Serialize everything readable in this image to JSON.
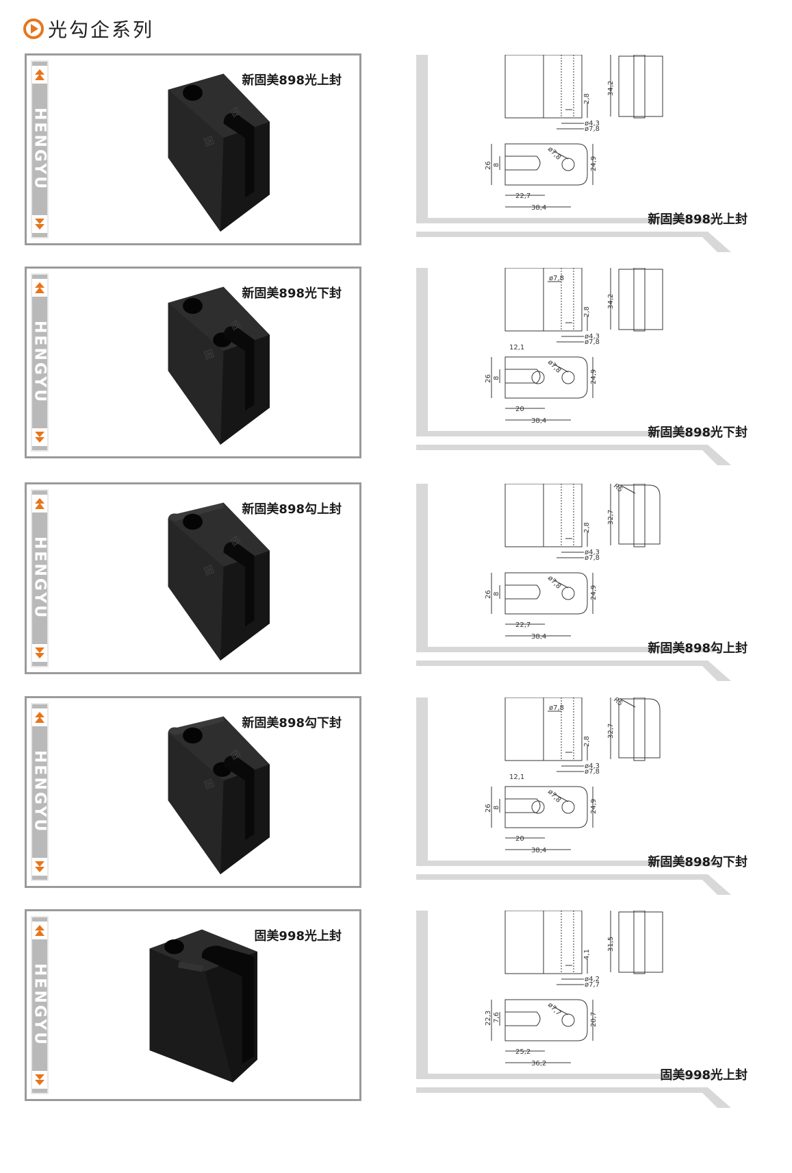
{
  "header": {
    "title": "光勾企系列",
    "logo_icon": "play-circle-icon",
    "accent": "#e8751a"
  },
  "brand_vertical": "HENGYU",
  "products": [
    {
      "label": "新固美898光上封",
      "variant": "A",
      "drawing": {
        "dim_a": "34,2",
        "dim_b": "2,8",
        "dim_c": "ø4,3",
        "dim_d": "ø7,8",
        "dim_e": "26",
        "dim_f": "8",
        "dim_g": "ø7,8",
        "dim_h": "24,9",
        "dim_i": "22,7",
        "dim_j": "38,4"
      }
    },
    {
      "label": "新固美898光下封",
      "variant": "B",
      "drawing": {
        "dim_a": "34,2",
        "dim_b": "2,8",
        "dim_c": "ø4,3",
        "dim_d": "ø7,8",
        "dim_e": "26",
        "dim_f": "8",
        "dim_g": "ø7,8",
        "dim_h": "24,9",
        "dim_i": "20",
        "dim_k": "12,1",
        "dim_j": "38,4",
        "dim_top": "ø7,8"
      }
    },
    {
      "label": "新固美898勾上封",
      "variant": "C",
      "drawing": {
        "dim_a": "32,7",
        "dim_r": "R5",
        "dim_b": "2,8",
        "dim_c": "ø4,3",
        "dim_d": "ø7,8",
        "dim_e": "26",
        "dim_f": "8",
        "dim_g": "ø7,8",
        "dim_h": "24,9",
        "dim_i": "22,7",
        "dim_j": "38,4"
      }
    },
    {
      "label": "新固美898勾下封",
      "variant": "D",
      "drawing": {
        "dim_a": "32,7",
        "dim_r": "R5",
        "dim_b": "2,8",
        "dim_c": "ø4,3",
        "dim_d": "ø7,8",
        "dim_e": "26",
        "dim_f": "8",
        "dim_g": "ø7,8",
        "dim_h": "24,9",
        "dim_i": "20",
        "dim_k": "12,1",
        "dim_j": "38,4",
        "dim_top": "ø7,8"
      }
    },
    {
      "label": "固美998光上封",
      "variant": "E",
      "drawing": {
        "dim_a": "31,5",
        "dim_b": "4,1",
        "dim_c": "ø4,2",
        "dim_d": "ø7,7",
        "dim_e": "22,3",
        "dim_f": "7,6",
        "dim_g": "ø7,7",
        "dim_h": "20,7",
        "dim_i": "25,2",
        "dim_j": "36,2"
      }
    }
  ]
}
